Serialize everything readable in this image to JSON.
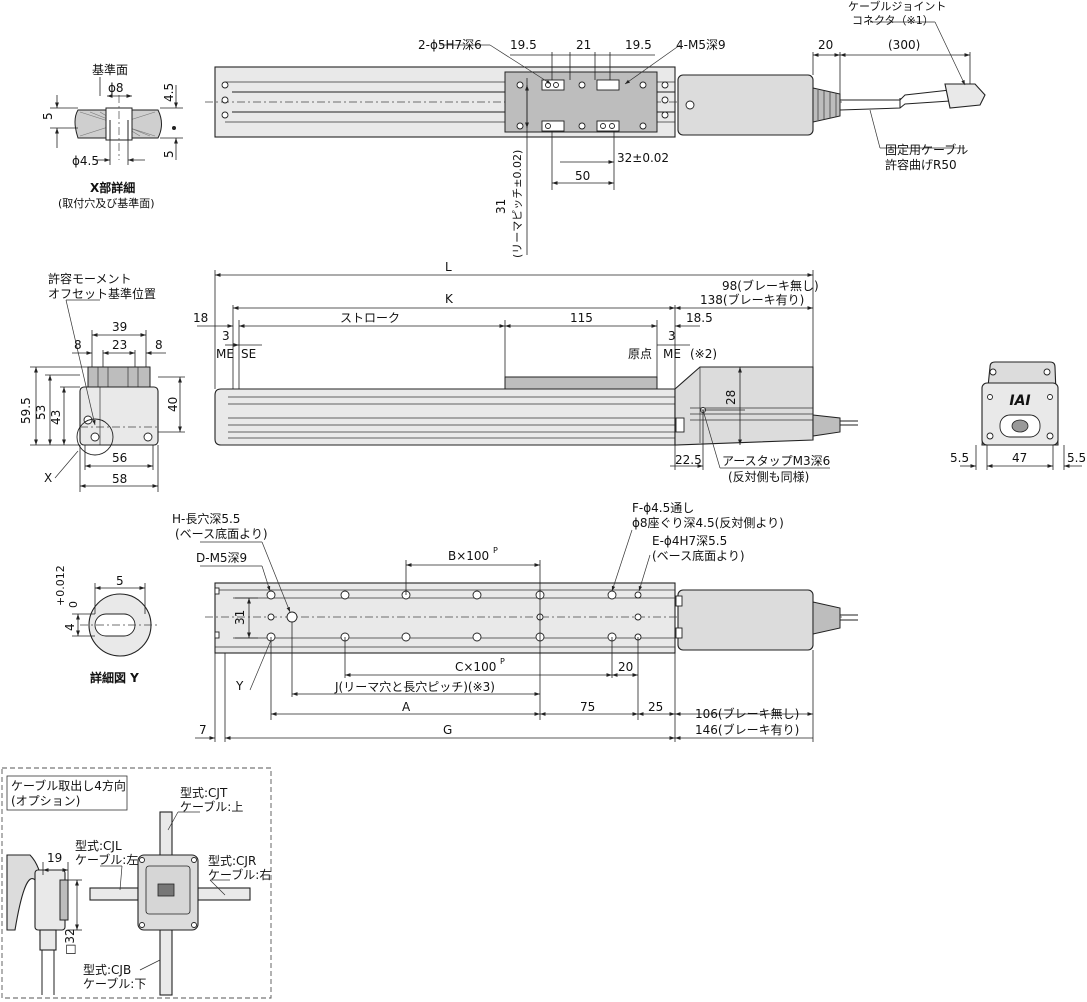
{
  "top_view": {
    "cable_joint": "ケーブルジョイント",
    "connector": "コネクタ（※1）",
    "dim_20": "20",
    "dim_300": "(300)",
    "hole_label": "2-ϕ5H7深6",
    "tap_label": "4-M5深9",
    "dim_19_5_left": "19.5",
    "dim_21": "21",
    "dim_19_5_right": "19.5",
    "dim_32": "32±0.02",
    "dim_50": "50",
    "ream_pitch_val": "31",
    "ream_pitch_txt": "(リーマピッチ±0.02)",
    "fixed_cable": "固定用ケーブル",
    "bend": "許容曲げR50"
  },
  "detail_x": {
    "ref_surface": "基準面",
    "phi8": "ϕ8",
    "dim_4_5": "4.5",
    "dim_5_left": "5",
    "dim_5_right": "5",
    "phi4_5": "ϕ4.5",
    "title": "X部詳細",
    "subtitle": "(取付穴及び基準面)"
  },
  "front_view": {
    "L": "L",
    "K": "K",
    "dim_98": "98(ブレーキ無し)",
    "dim_138": "138(ブレーキ有り)",
    "dim_18": "18",
    "stroke": "ストローク",
    "dim_115": "115",
    "dim_18_5": "18.5",
    "dim_3_left": "3",
    "dim_3_right": "3",
    "me_left": "ME",
    "se": "SE",
    "origin": "原点",
    "me_right": "ME",
    "note2": "(※2)",
    "dim_28": "28",
    "dim_22_5": "22.5",
    "earth_tap": "アースタップM3深6",
    "earth_tap_note": "(反対側も同様)"
  },
  "side_view": {
    "moment": "許容モーメント",
    "moment_ref": "オフセット基準位置",
    "dim_39": "39",
    "dim_23": "23",
    "dim_8_left": "8",
    "dim_8_right": "8",
    "dim_59_5": "59.5",
    "dim_53": "53",
    "dim_43": "43",
    "dim_40": "40",
    "dim_56": "56",
    "dim_58": "58",
    "x_mark": "X"
  },
  "end_view": {
    "logo": "IAI",
    "dim_5_5_left": "5.5",
    "dim_47": "47",
    "dim_5_5_right": "5.5"
  },
  "bottom_view": {
    "h_slot": "H-長穴深5.5",
    "h_slot_note": "(ベース底面より)",
    "d_tap": "D-M5深9",
    "b_pitch": "B×100",
    "b_sup": "P",
    "f_hole": "F-ϕ4.5通し",
    "f_hole_note": "ϕ8座ぐり深4.5(反対側より)",
    "e_hole": "E-ϕ4H7深5.5",
    "e_hole_note": "(ベース底面より)",
    "dim_31": "31",
    "c_pitch": "C×100",
    "c_sup": "P",
    "dim_20": "20",
    "j_label": "J(リーマ穴と長穴ピッチ)(※3)",
    "y_mark": "Y",
    "A": "A",
    "dim_75": "75",
    "dim_25": "25",
    "dim_106": "106(ブレーキ無し)",
    "dim_146": "146(ブレーキ有り)",
    "dim_7": "7",
    "G": "G"
  },
  "detail_y": {
    "tol_top": "+0.012",
    "tol_bot": "0",
    "dim_4": "4",
    "dim_5": "5",
    "title": "詳細図 Y"
  },
  "option_box": {
    "title1": "ケーブル取出し4方向",
    "title2": "(オプション)",
    "cjt1": "型式:CJT",
    "cjt2": "ケーブル:上",
    "cjl1": "型式:CJL",
    "cjl2": "ケーブル:左",
    "cjr1": "型式:CJR",
    "cjr2": "ケーブル:右",
    "cjb1": "型式:CJB",
    "cjb2": "ケーブル:下",
    "dim_19": "19",
    "dim_32": "□32"
  }
}
